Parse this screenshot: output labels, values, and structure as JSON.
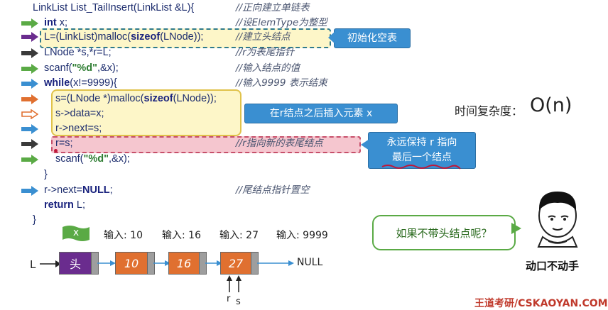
{
  "code": {
    "l1": "LinkList List_TailInsert(LinkList &L){",
    "l2a": "int",
    "l2b": " x;",
    "l3a": "L=(LinkList)malloc(",
    "l3b": "sizeof",
    "l3c": "(LNode));",
    "l4": "LNode *s,*r=L;",
    "l5a": "scanf(",
    "l5b": "\"%d\"",
    "l5c": ",&x);",
    "l6a": "while",
    "l6b": "(x!=9999){",
    "l7a": "s=(LNode *)malloc(",
    "l7b": "sizeof",
    "l7c": "(LNode));",
    "l8": "s->data=x;",
    "l9": "r->next=s;",
    "l10": "r=s;",
    "l11a": "scanf(",
    "l11b": "\"%d\"",
    "l11c": ",&x);",
    "l12": "}",
    "l13a": "r->next=",
    "l13b": "NULL",
    "l13c": ";",
    "l14a": "return",
    "l14b": " L;",
    "l15": "}"
  },
  "comments": {
    "c1": "//正向建立单链表",
    "c2": "//设ElemType为整型",
    "c3": "//建立头结点",
    "c4": "//r为表尾指针",
    "c5": "//输入结点的值",
    "c6": "//输入9999 表示结束",
    "c10": "//r指向新的表尾结点",
    "c13": "//尾结点指针置空"
  },
  "callouts": {
    "init": "初始化空表",
    "insert": "在r结点之后插入元素 x",
    "keep_line1": "永远保持 r 指向",
    "keep_line2": "最后一个结点",
    "question": "如果不带头结点呢？"
  },
  "complexity": {
    "label": "时间复杂度：",
    "value": "O(n)"
  },
  "input_row": {
    "flag": "x",
    "inputs": [
      "输入: 10",
      "输入: 16",
      "输入: 27",
      "输入: 9999"
    ]
  },
  "list": {
    "head_label": "L",
    "nodes": [
      "头",
      "10",
      "16",
      "27"
    ],
    "null_label": "NULL",
    "pointer_r": "r",
    "pointer_s": "s"
  },
  "meme": {
    "caption": "动口不动手"
  },
  "watermark": "王道考研/CSKAOYAN.COM",
  "colors": {
    "green_arrow": "#5aaa45",
    "purple_arrow": "#6a2c8e",
    "dark_arrow": "#3a3a3a",
    "orange_arrow": "#e07030",
    "blue_arrow": "#3a8fd1",
    "callout_blue": "#3a8fd1",
    "node_orange": "#e07030",
    "node_purple": "#6a2c8e",
    "yellow_box": "#fdf6c8",
    "pink_box": "#f5c6cf",
    "watermark_red": "#c0392b"
  }
}
